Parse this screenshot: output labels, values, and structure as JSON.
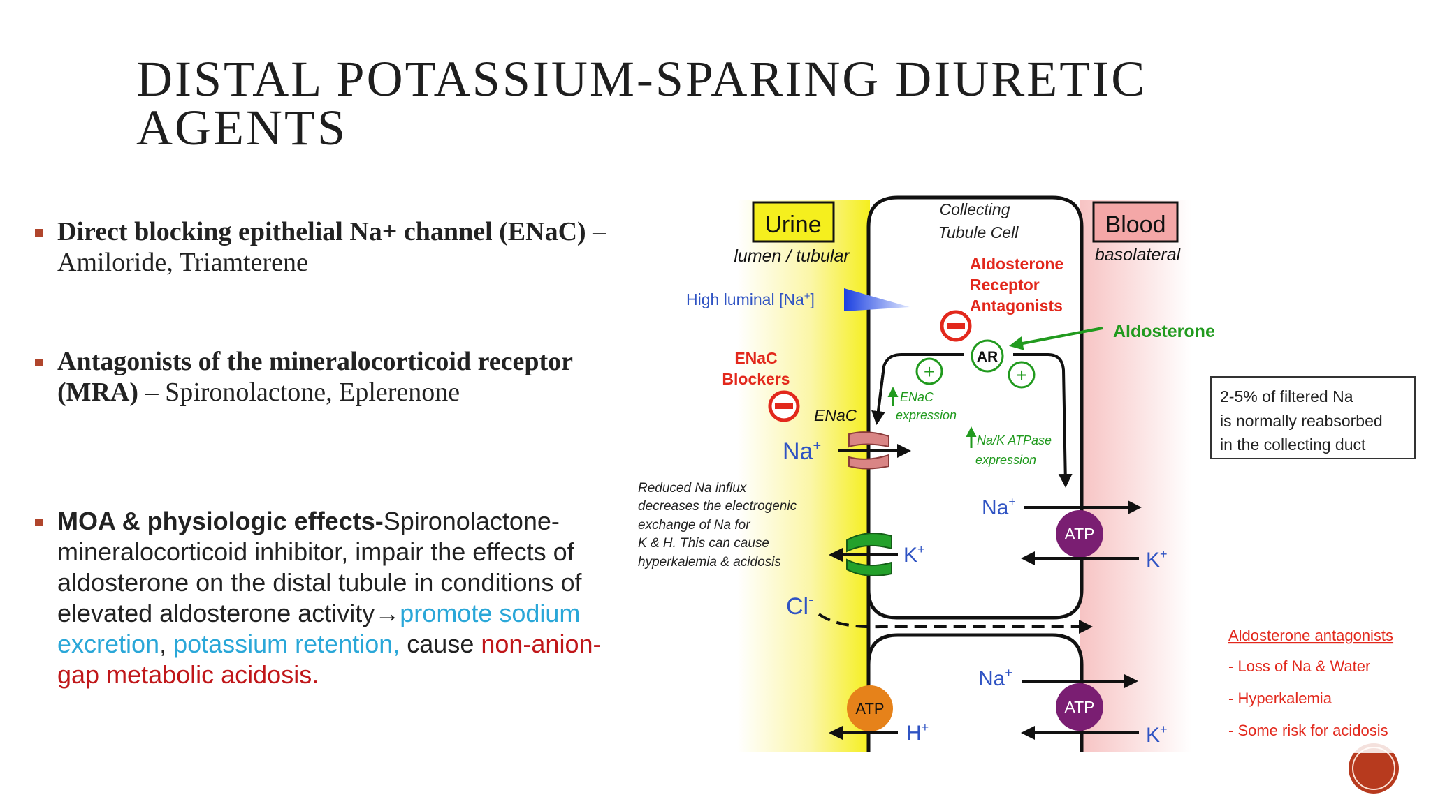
{
  "slide": {
    "title_line1": "Distal Potassium-Sparing Diuretic",
    "title_line2": "Agents"
  },
  "bullets": [
    {
      "bold": "Direct blocking epithelial Na+ channel (ENaC)",
      "rest": " – Amiloride, Triamterene"
    },
    {
      "bold": "Antagonists of the mineralocorticoid receptor (MRA)",
      "rest": " – Spironolactone, Eplerenone"
    },
    {
      "bold": "MOA & physiologic effects-",
      "rest1": "Spironolactone-mineralocorticoid inhibitor, impair the effects of aldosterone on the distal tubule in conditions of elevated aldosterone activity→",
      "blue1": "promote sodium excretion",
      "sep": ", ",
      "blue2": "potassium retention,",
      "rest2": " cause ",
      "red": "non-anion-gap metabolic acidosis."
    }
  ],
  "diagram": {
    "urine_label": "Urine",
    "urine_sub": "lumen / tubular",
    "cell_label_1": "Collecting",
    "cell_label_2": "Tubule Cell",
    "blood_label": "Blood",
    "blood_sub": "basolateral",
    "high_luminal": "High luminal [Na",
    "high_luminal_sup": "+",
    "high_luminal_end": "]",
    "ara_1": "Aldosterone",
    "ara_2": "Receptor",
    "ara_3": "Antagonists",
    "aldosterone": "Aldosterone",
    "ar": "AR",
    "enac_blockers_1": "ENaC",
    "enac_blockers_2": "Blockers",
    "enac": "ENaC",
    "enac_expr_1": "ENaC",
    "enac_expr_2": "expression",
    "naka_expr_1": "Na/K ATPase",
    "naka_expr_2": "expression",
    "na": "Na",
    "k": "K",
    "h": "H",
    "cl": "Cl",
    "plus": "+",
    "minus": "-",
    "atp": "ATP",
    "reduced_na": [
      "Reduced Na influx",
      "decreases the electrogenic",
      "exchange of Na for",
      "K & H. This can cause",
      "hyperkalemia & acidosis"
    ],
    "box_text": [
      "2-5% of filtered Na",
      "is normally reabsorbed",
      "in the collecting duct"
    ],
    "ant_title": "Aldosterone antagonists",
    "ant_items": [
      "- Loss of Na & Water",
      "- Hyperkalemia",
      "- Some risk for acidosis"
    ],
    "colors": {
      "urine_yellow": "#f5ef1e",
      "blood_pink": "#f7c6c6",
      "red": "#e2281c",
      "green": "#219a1e",
      "purple": "#7a1e72",
      "orange": "#e6821a",
      "blue_text": "#2f53c3"
    }
  }
}
